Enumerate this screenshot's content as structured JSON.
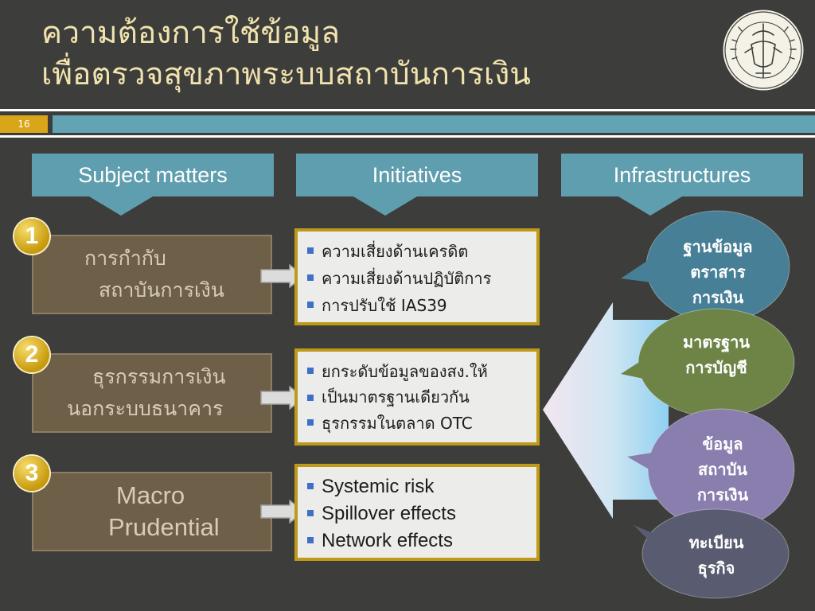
{
  "slide": {
    "title_line1": "ความต้องการใช้ข้อมูล",
    "title_line2": "เพื่อตรวจสุขภาพระบบสถาบันการเงิน",
    "page_number": "16"
  },
  "columns": {
    "subject": "Subject matters",
    "initiatives": "Initiatives",
    "infrastructures": "Infrastructures"
  },
  "rows": [
    {
      "number": "1",
      "subject_line1": "การกำกับ",
      "subject_line2": "สถาบันการเงิน",
      "bullets": [
        "ความเสี่ยงด้านเครดิต",
        "ความเสี่ยงด้านปฏิบัติการ",
        "การปรับใช้ IAS39"
      ]
    },
    {
      "number": "2",
      "subject_line1": "ธุรกรรมการเงิน",
      "subject_line2": "นอกระบบธนาคาร",
      "bullets": [
        "ยกระดับข้อมูลของสง.ให้",
        "เป็นมาตรฐานเดียวกัน",
        "ธุรกรรมในตลาด OTC"
      ]
    },
    {
      "number": "3",
      "subject_line1": "Macro",
      "subject_line2": "Prudential",
      "bullets": [
        "Systemic risk",
        "Spillover effects",
        "Network effects"
      ]
    }
  ],
  "infrastructure_bubbles": [
    {
      "line1": "ฐานข้อมูล",
      "line2": "ตราสาร",
      "line3": "การเงิน",
      "color": "#477f96"
    },
    {
      "line1": "มาตรฐาน",
      "line2": "การบัญชี",
      "color": "#6e8447"
    },
    {
      "line1": "ข้อมูล",
      "line2": "สถาบัน",
      "line3": "การเงิน",
      "color": "#8a7eae"
    },
    {
      "line1": "ทะเบียน",
      "line2": "ธุรกิจ",
      "color": "#595c70"
    }
  ],
  "colors": {
    "background": "#3d3d3b",
    "title": "#f1e3ae",
    "header": "#5f9eae",
    "subject_box": "#6e5f49",
    "initiative_border": "#bf9a18",
    "badge": "#d9a61a"
  }
}
